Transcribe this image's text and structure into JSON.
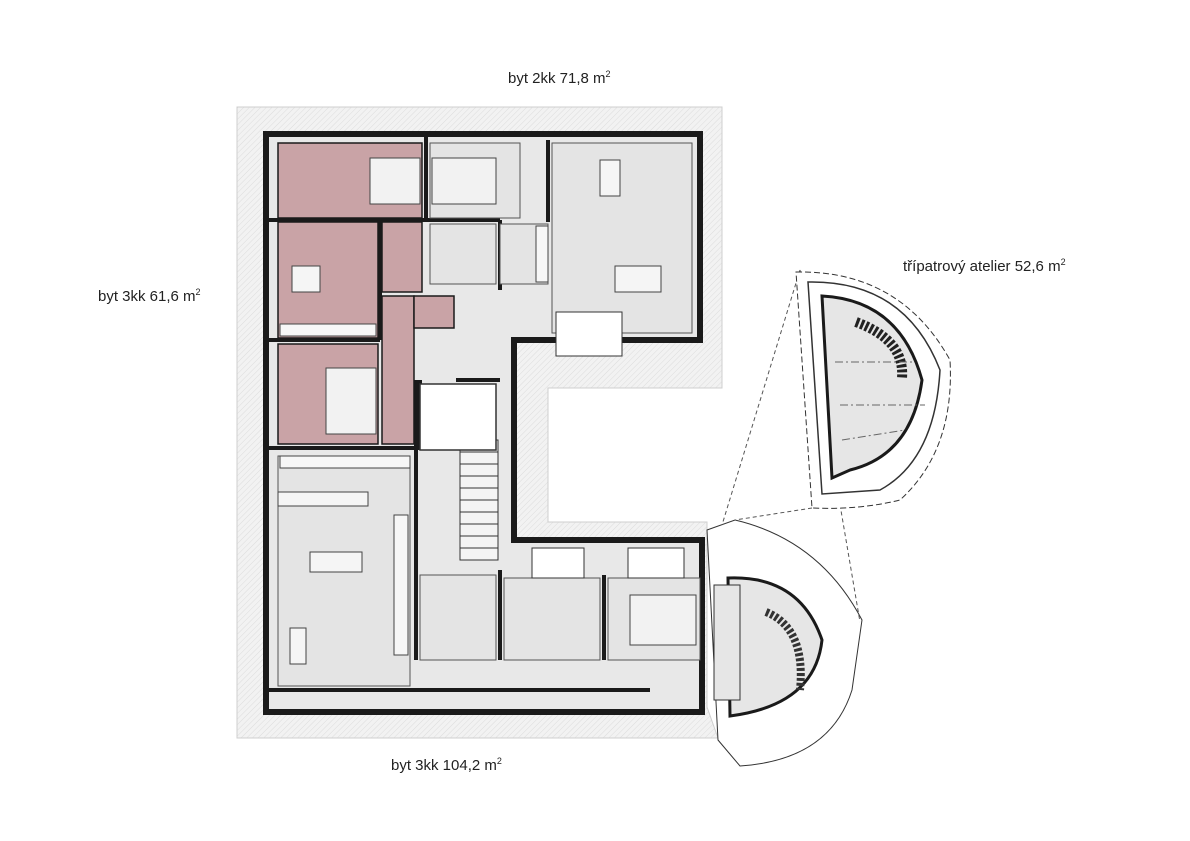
{
  "labels": {
    "top": {
      "text": "byt 2kk 71,8 m",
      "sup": "2"
    },
    "left": {
      "text": "byt 3kk 61,6 m",
      "sup": "2"
    },
    "right": {
      "text": "třípatrový atelier 52,6 m",
      "sup": "2"
    },
    "bottom": {
      "text": "byt 3kk 104,2 m",
      "sup": "2"
    }
  },
  "colors": {
    "wall": "#1a1a1a",
    "room_fill": "#e6e6e6",
    "highlight_fill": "#c9a3a6",
    "roof_fill": "#efefef",
    "line": "#333333"
  }
}
